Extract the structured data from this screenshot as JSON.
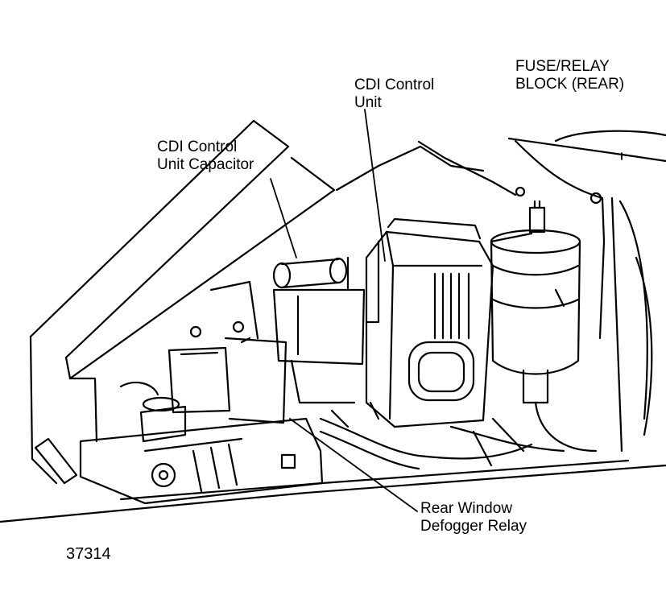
{
  "labels": {
    "fuse_relay_block": [
      "FUSE/RELAY",
      "BLOCK (REAR)"
    ],
    "cdi_control_unit": [
      "CDI Control",
      "Unit"
    ],
    "cdi_capacitor": [
      "CDI Control",
      "Unit Capacitor"
    ],
    "rear_window_relay": [
      "Rear Window",
      "Defogger Relay"
    ],
    "figure_number": "37314"
  },
  "colors": {
    "ink": "#000000",
    "paper": "#ffffff"
  }
}
